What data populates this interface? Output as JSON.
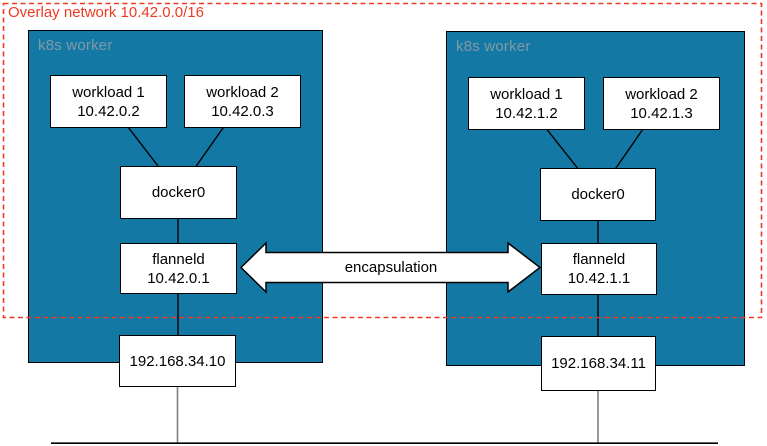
{
  "overlay": {
    "label": "Overlay network 10.42.0.0/16"
  },
  "arrow": {
    "label": "encapsulation"
  },
  "workers": [
    {
      "label": "k8s worker",
      "workloads": [
        {
          "name": "workload 1",
          "ip": "10.42.0.2"
        },
        {
          "name": "workload 2",
          "ip": "10.42.0.3"
        }
      ],
      "bridge": {
        "name": "docker0"
      },
      "flannel": {
        "name": "flanneld",
        "ip": "10.42.0.1"
      },
      "host": {
        "ip": "192.168.34.10"
      }
    },
    {
      "label": "k8s worker",
      "workloads": [
        {
          "name": "workload 1",
          "ip": "10.42.1.2"
        },
        {
          "name": "workload 2",
          "ip": "10.42.1.3"
        }
      ],
      "bridge": {
        "name": "docker0"
      },
      "flannel": {
        "name": "flanneld",
        "ip": "10.42.1.1"
      },
      "host": {
        "ip": "192.168.34.11"
      }
    }
  ],
  "colors": {
    "worker_fill": "#1478A4",
    "worker_label_gray": "#8299A6",
    "overlay_red": "#EE3A24",
    "connector_gray": "#7F7F7F",
    "box_border": "#000000"
  }
}
